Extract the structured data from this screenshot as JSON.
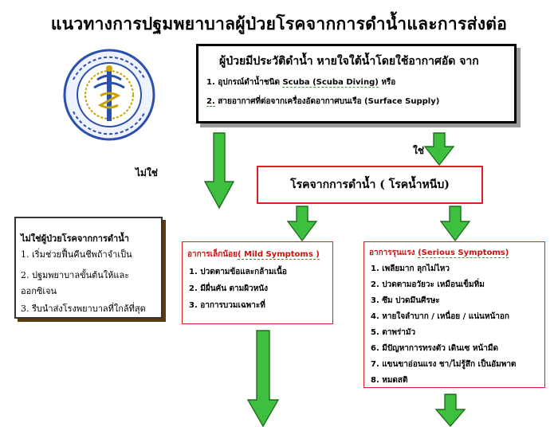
{
  "title": "แนวทางการปฐมพยาบาลผู้ป่วยโรคจากการดำน้ำและการส่งต่อ",
  "criteria": {
    "heading": "ผู้ป่วยมีประวัติดำน้ำ หายใจใต้น้ำโดยใช้อากาศอัด จาก",
    "item1_prefix": "1. อุปกรณ์ดำน้ำชนิด ",
    "item1_emph": "Scuba (Scuba Diving)",
    "item1_suffix": " หรือ",
    "item2_num": "2.",
    "item2_text": " สายอากาศที่ต่อจากเครื่องอัดอากาศบนเรือ (Surface Supply)"
  },
  "labels": {
    "no": "ไม่ใช่",
    "yes": "ใช่"
  },
  "diagnosis": "โรคจากการดำน้ำ ( โรคน้ำหนีบ)",
  "not_diver": {
    "heading": "ไม่ใช่ผู้ป่วยโรคจากการดำน้ำ",
    "item1": "1. เริ่มช่วยฟื้นคืนชีพถ้าจำเป็น",
    "item2": "2. ปฐมพยาบาลขั้นต้นให้และ",
    "item2b": "ออกซิเจน",
    "item3": "3. รีบนำส่งโรงพยาบาลที่ใกล้ที่สุด"
  },
  "mild": {
    "heading_prefix": "อาการเล็กน้อย",
    "heading_emph": "( Mild  Symptoms )",
    "items": [
      "1. ปวดตามข้อและกล้ามเนื้อ",
      "2. มีผื่นคัน ตามผิวหนัง",
      "3. อาการบวมเฉพาะที่"
    ]
  },
  "serious": {
    "heading_prefix": "อาการรุนแรง ",
    "heading_emph": "(Serious  Symptoms)",
    "items": [
      "1. เพลียมาก  ลุกไม่ไหว",
      "2. ปวดตามอวัยวะ เหมือนเข็มทิ่ม",
      "3. ซึม ปวดมึนศีรษะ",
      "4. หายใจลำบาก / เหนื่อย /  แน่นหน้าอก",
      "5. ตาพร่ามัว",
      "6. มีปัญหาการทรงตัว  เดินเซ  หน้ามืด",
      "7. แขนขาอ่อนแรง ชา/ไม่รู้สึก เป็นอัมพาต",
      "8. หมดสติ"
    ]
  },
  "colors": {
    "arrow_fill": "#3fbf3f",
    "arrow_stroke": "#1f6f1f",
    "red_border": "#e02020",
    "red_text": "#d01010"
  }
}
